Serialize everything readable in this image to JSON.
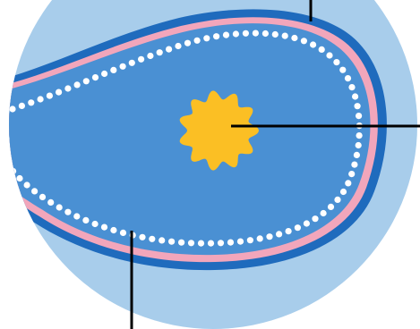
{
  "diagram": {
    "colors": {
      "background": "#ffffff",
      "outer_circle": "#a8cdeb",
      "outer_layer": "#1f6bbd",
      "pink_layer": "#f2a6bb",
      "inner_body": "#4a90d3",
      "dots": "#ffffff",
      "nucleus": "#fbbf24",
      "leader_lines": "#000000"
    },
    "parts": [
      {
        "id": "outer-wall",
        "label": ""
      },
      {
        "id": "pink-membrane",
        "label": ""
      },
      {
        "id": "dotted-lining",
        "label": ""
      },
      {
        "id": "nucleus",
        "label": ""
      }
    ]
  }
}
